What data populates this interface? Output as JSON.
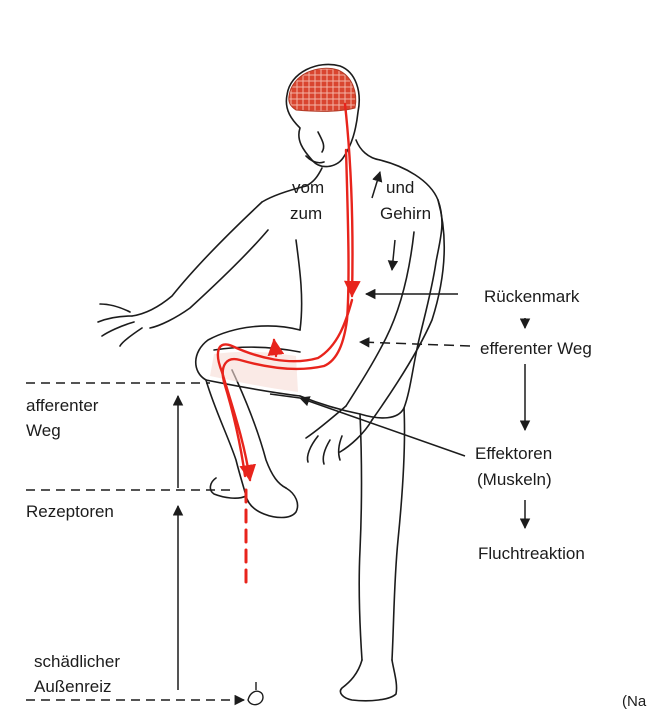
{
  "labels": {
    "from_brain_line1": "vom",
    "from_brain_line2": "zum",
    "to_brain_line1": "und",
    "to_brain_line2": "Gehirn",
    "spinal_cord": "Rückenmark",
    "efferent_path": "efferenter Weg",
    "afferent_path_line1": "afferenter",
    "afferent_path_line2": "Weg",
    "effectors_line1": "Effektoren",
    "effectors_line2": "(Muskeln)",
    "receptors": "Rezeptoren",
    "escape_reaction": "Fluchtreaktion",
    "harmful_stimulus_line1": "schädlicher",
    "harmful_stimulus_line2": "Außenreiz",
    "source_fragment": "(Na"
  },
  "colors": {
    "ink": "#1c1c1c",
    "nerve_path": "#e8241c",
    "brain": "#d9452f",
    "limb_tint": "#f7dcd6"
  }
}
